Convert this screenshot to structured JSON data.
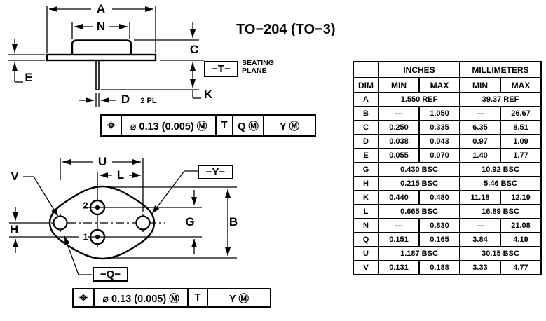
{
  "title": "TO−204 (TO−3)",
  "side_view": {
    "dim_labels": {
      "A": "A",
      "N": "N",
      "C": "C",
      "E": "E",
      "K": "K",
      "D": "D",
      "D_note": "2 PL"
    },
    "seating_plane": {
      "datum": "−T−",
      "line1": "SEATING",
      "line2": "PLANE"
    },
    "fcf": {
      "sym": "⌖",
      "tol": "⌀ 0.13 (0.005) Ⓜ",
      "d1": "T",
      "d2": "Q Ⓜ",
      "d3": "Y Ⓜ"
    }
  },
  "bottom_view": {
    "dim_labels": {
      "U": "U",
      "L": "L",
      "V": "V",
      "H": "H",
      "G": "G",
      "B": "B"
    },
    "pin_numbers": {
      "pin1": "1",
      "pin2": "2"
    },
    "datum_y": "−Y−",
    "datum_q": "−Q−",
    "fcf": {
      "sym": "⌖",
      "tol": "⌀ 0.13 (0.005) Ⓜ",
      "d1": "T",
      "d2": "Y Ⓜ"
    }
  },
  "table": {
    "headers": {
      "dim": "DIM",
      "inches": "INCHES",
      "millimeters": "MILLIMETERS",
      "min": "MIN",
      "max": "MAX"
    },
    "rows": [
      {
        "dim": "A",
        "in": "1.550 REF",
        "mm": "39.37 REF"
      },
      {
        "dim": "B",
        "in_min": "---",
        "in_max": "1.050",
        "mm_min": "---",
        "mm_max": "26.67"
      },
      {
        "dim": "C",
        "in_min": "0.250",
        "in_max": "0.335",
        "mm_min": "6.35",
        "mm_max": "8.51"
      },
      {
        "dim": "D",
        "in_min": "0.038",
        "in_max": "0.043",
        "mm_min": "0.97",
        "mm_max": "1.09"
      },
      {
        "dim": "E",
        "in_min": "0.055",
        "in_max": "0.070",
        "mm_min": "1.40",
        "mm_max": "1.77"
      },
      {
        "dim": "G",
        "in": "0.430 BSC",
        "mm": "10.92 BSC"
      },
      {
        "dim": "H",
        "in": "0.215 BSC",
        "mm": "5.46 BSC"
      },
      {
        "dim": "K",
        "in_min": "0.440",
        "in_max": "0.480",
        "mm_min": "11.18",
        "mm_max": "12.19"
      },
      {
        "dim": "L",
        "in": "0.665 BSC",
        "mm": "16.89 BSC"
      },
      {
        "dim": "N",
        "in_min": "---",
        "in_max": "0.830",
        "mm_min": "---",
        "mm_max": "21.08"
      },
      {
        "dim": "Q",
        "in_min": "0.151",
        "in_max": "0.165",
        "mm_min": "3.84",
        "mm_max": "4.19"
      },
      {
        "dim": "U",
        "in": "1.187 BSC",
        "mm": "30.15 BSC"
      },
      {
        "dim": "V",
        "in_min": "0.131",
        "in_max": "0.188",
        "mm_min": "3.33",
        "mm_max": "4.77"
      }
    ]
  },
  "colors": {
    "ink": "#000000",
    "paper": "#ffffff"
  }
}
